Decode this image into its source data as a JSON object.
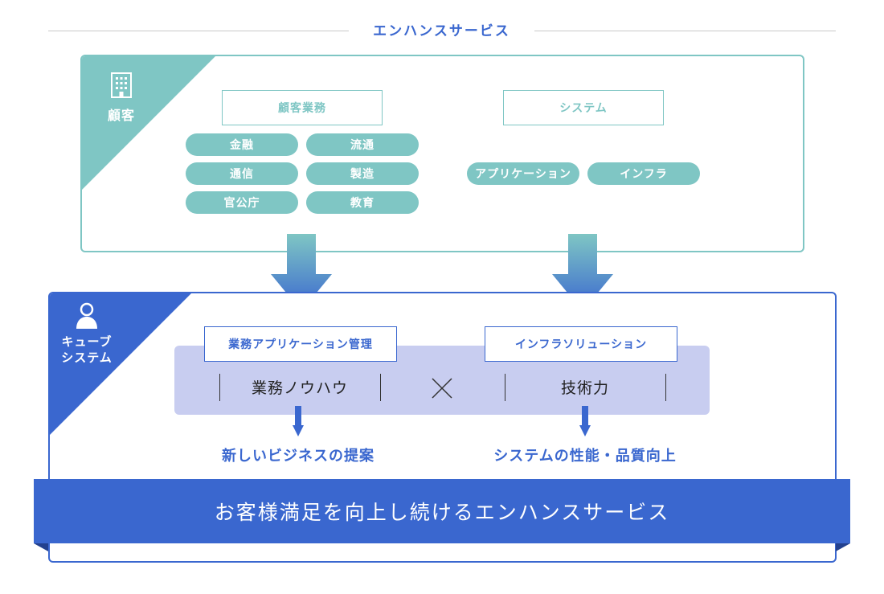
{
  "title": "エンハンスサービス",
  "colors": {
    "teal": "#7fc6c4",
    "blue": "#3a67cf",
    "lavender": "#c8cdf0"
  },
  "customer": {
    "icon": "building-icon",
    "label": "顧客",
    "business_label": "顧客業務",
    "system_label": "システム",
    "business_items": [
      "金融",
      "流通",
      "通信",
      "製造",
      "官公庁",
      "教育"
    ],
    "system_items": [
      "アプリケーション",
      "インフラ"
    ]
  },
  "cube": {
    "icon": "person-icon",
    "label_line1": "キューブ",
    "label_line2": "システム",
    "app_mgmt_label": "業務アプリケーション管理",
    "infra_label": "インフラソリューション",
    "knowhow": "業務ノウハウ",
    "cross_icon": "cross-icon",
    "skill": "技術力",
    "result_left": "新しいビジネスの提案",
    "result_right": "システムの性能・品質向上"
  },
  "banner": {
    "text": "お客様満足を向上し続けるエンハンスサービス"
  }
}
